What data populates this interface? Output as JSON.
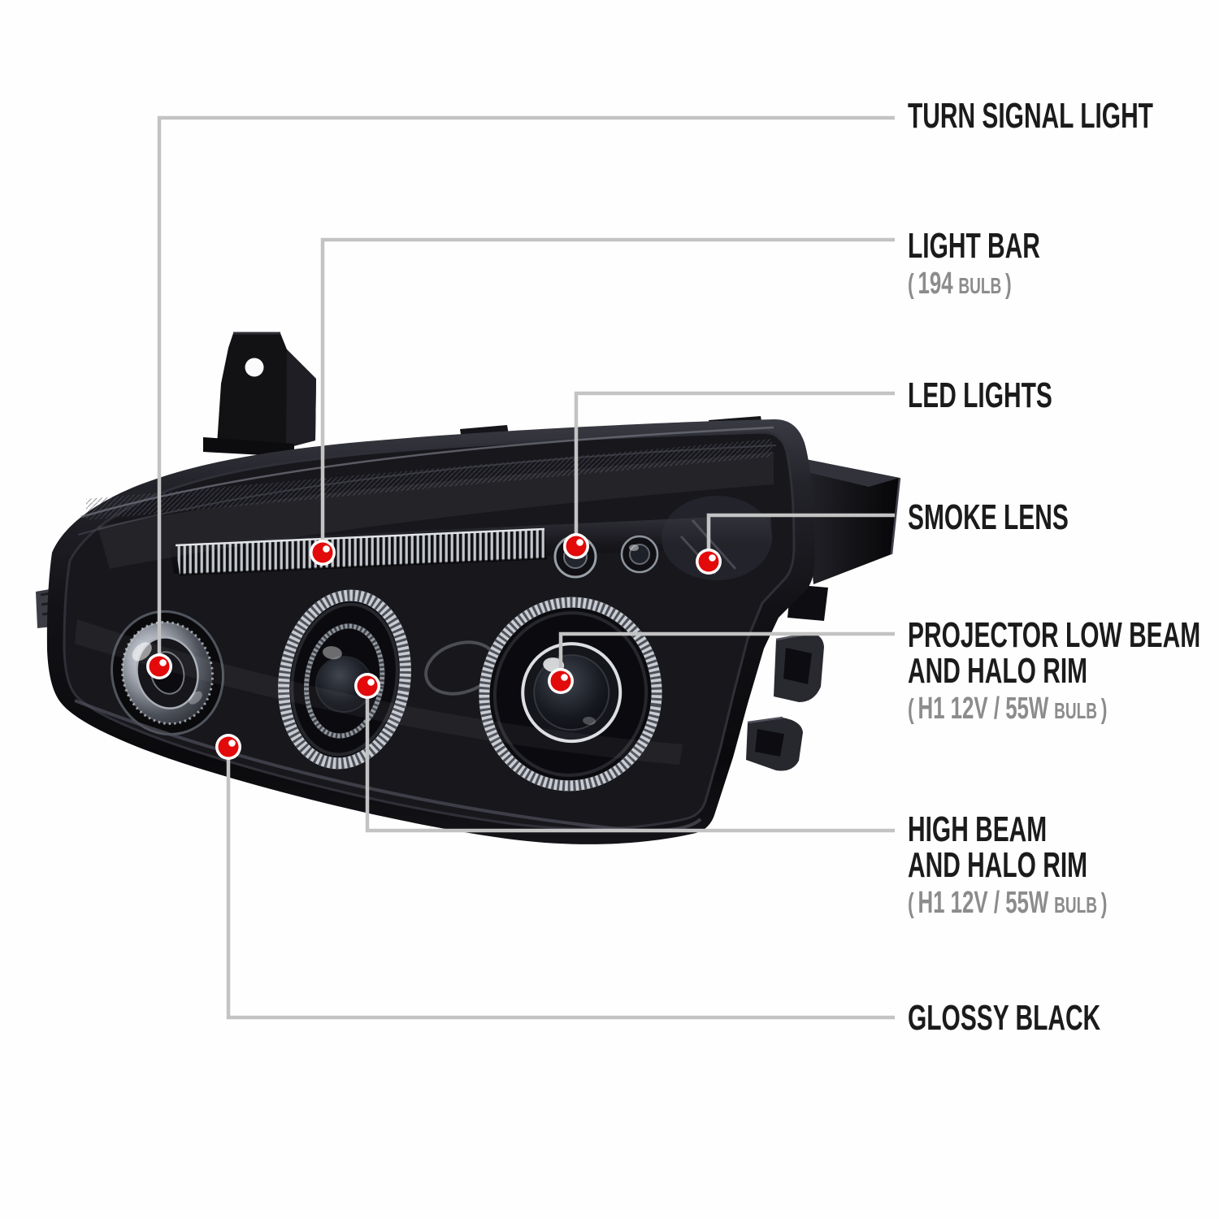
{
  "page": {
    "background": "#ffffff"
  },
  "palette": {
    "marker_red": "#e20a0a",
    "marker_ring": "#ffffff",
    "leader_line_gray": "#c3c3c3",
    "label_primary": "#1b1b1b",
    "label_secondary": "#8c8c8c",
    "lamp_body_black": "#0b0b0f"
  },
  "callouts": [
    {
      "id": "turn-signal-light",
      "title1": "TURN SIGNAL LIGHT"
    },
    {
      "id": "light-bar",
      "title1": "LIGHT BAR",
      "sub": {
        "open": "(",
        "main": "194",
        "small": "BULB",
        "close": ")"
      }
    },
    {
      "id": "led-lights",
      "title1": "LED LIGHTS"
    },
    {
      "id": "smoke-lens",
      "title1": "SMOKE LENS"
    },
    {
      "id": "projector-low-beam",
      "title1": "PROJECTOR LOW BEAM",
      "title2": "AND HALO RIM",
      "sub": {
        "open": "(",
        "main": "H1 12V / 55W",
        "small": "BULB",
        "close": ")"
      }
    },
    {
      "id": "high-beam",
      "title1": "HIGH BEAM",
      "title2": "AND HALO RIM",
      "sub": {
        "open": "(",
        "main": "H1 12V / 55W",
        "small": "BULB",
        "close": ")"
      }
    },
    {
      "id": "glossy-black",
      "title1": "GLOSSY BLACK"
    }
  ]
}
